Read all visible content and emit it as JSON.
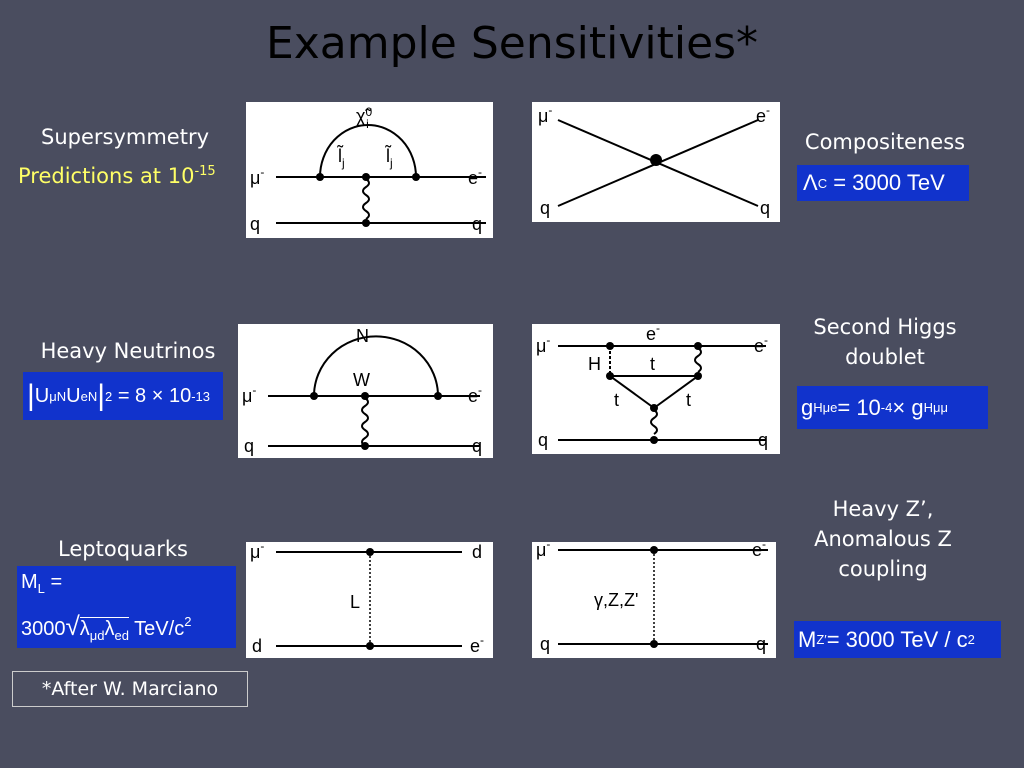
{
  "title": "Example Sensitivities*",
  "susy": {
    "label": "Supersymmetry",
    "pred_text": "Predictions at 10",
    "pred_exp": "-15"
  },
  "compositeness": {
    "label": "Compositeness",
    "lambda": "Λ",
    "sub": "C",
    "value": "= 3000  TeV"
  },
  "neutrinos": {
    "label": "Heavy Neutrinos",
    "formula_rhs": "= 8 × 10",
    "exp": "-13",
    "abs_power": "2"
  },
  "higgs": {
    "label1": "Second Higgs",
    "label2": "doublet",
    "g": "g",
    "sub1": "Hμe",
    "eq": " = 10",
    "exp": "-4",
    "times": " × g",
    "sub2": "Hμμ"
  },
  "leptoquarks": {
    "label": "Leptoquarks",
    "line1": "M",
    "line1_sub": "L",
    "line1_eq": " = ",
    "line2_pre": "3000",
    "lam1": "λ",
    "lam1_sub": "μd",
    "lam2": "λ",
    "lam2_sub": "ed",
    "unit": " TeV/c",
    "unit_exp": "2"
  },
  "zprime": {
    "label1": "Heavy Z’,",
    "label2": "Anomalous Z",
    "label3": "coupling",
    "M": "M",
    "sub": "Z′",
    "value": " = 3000 TeV / c",
    "exp": "2"
  },
  "note": "*After W. Marciano",
  "diagrams": {
    "susy": {
      "top": "χ̃",
      "top_sup": "0",
      "top_sub": "i",
      "l1": "l̃",
      "l1_sub": "j",
      "l2": "l̃",
      "l2_sub": "j",
      "mu": "μ",
      "e": "e",
      "q1": "q",
      "q2": "q"
    },
    "comp": {
      "mu": "μ",
      "e": "e",
      "q1": "q",
      "q2": "q"
    },
    "nu": {
      "N": "N",
      "W": "W",
      "mu": "μ",
      "e": "e",
      "q1": "q",
      "q2": "q"
    },
    "higgs": {
      "mu": "μ",
      "e_top": "e",
      "e_right": "e",
      "H": "H",
      "t1": "t",
      "t2": "t",
      "t3": "t",
      "q1": "q",
      "q2": "q"
    },
    "lq": {
      "mu": "μ",
      "d_right": "d",
      "L": "L",
      "d_left": "d",
      "e": "e"
    },
    "z": {
      "mu": "μ",
      "e": "e",
      "gz": "γ,Z,Z'",
      "q1": "q",
      "q2": "q"
    }
  }
}
